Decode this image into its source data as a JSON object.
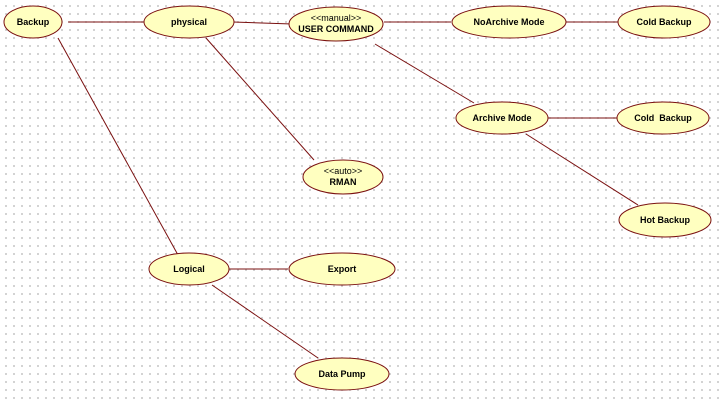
{
  "colors": {
    "node_fill": "#ffffc0",
    "node_border": "#7a1010",
    "edge": "#7a1010",
    "background": "#ffffff",
    "grid_dot": "#c4c4c4"
  },
  "nodes": {
    "backup": {
      "label": "Backup"
    },
    "physical": {
      "label": "physical"
    },
    "user_command": {
      "stereotype": "<<manual>>",
      "label": "USER COMMAND"
    },
    "noarchive_mode": {
      "label": "NoArchive Mode"
    },
    "cold_backup_noarchive": {
      "label": "Cold Backup"
    },
    "archive_mode": {
      "label": "Archive Mode"
    },
    "cold_backup_archive": {
      "label": "Cold  Backup"
    },
    "hot_backup": {
      "label": "Hot Backup"
    },
    "rman": {
      "stereotype": "<<auto>>",
      "label": "RMAN"
    },
    "logical": {
      "label": "Logical"
    },
    "export": {
      "label": "Export"
    },
    "data_pump": {
      "label": "Data Pump"
    }
  }
}
